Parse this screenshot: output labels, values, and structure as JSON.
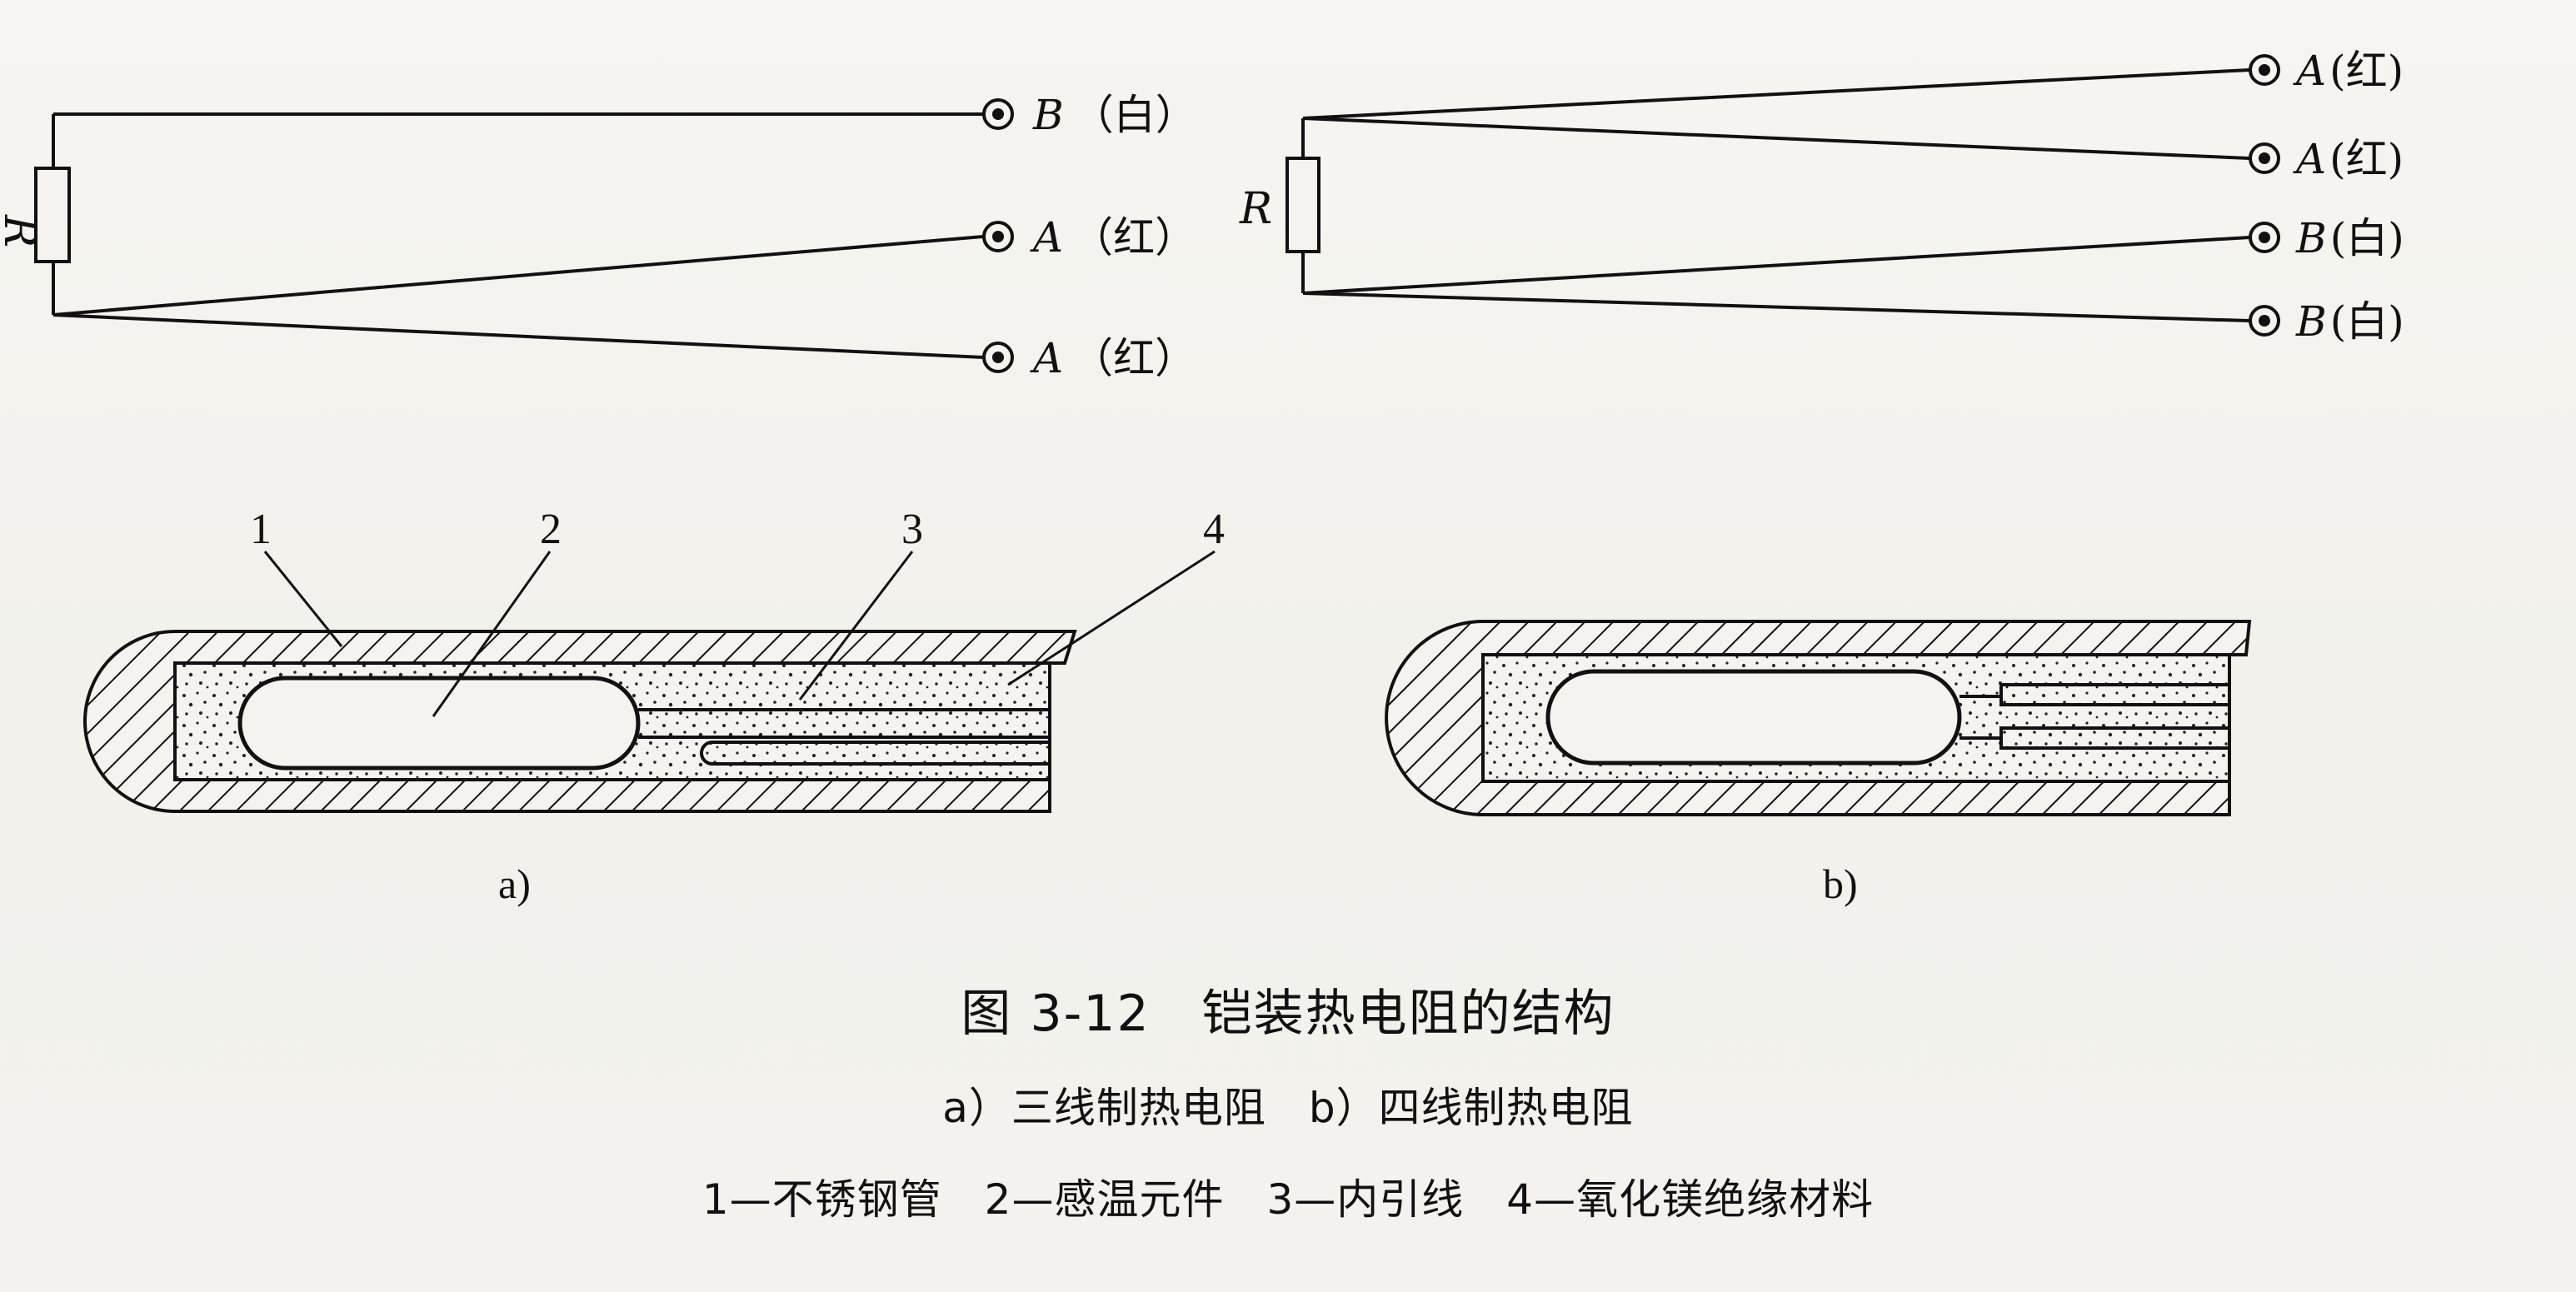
{
  "figure": {
    "title": "图 3-12　铠装热电阻的结构",
    "subtitle": "a）三线制热电阻　b）四线制热电阻",
    "legend_line": "1—不锈钢管　2—感温元件　3—内引线　4—氧化镁绝缘材料"
  },
  "three_wire": {
    "resistor_label": "R",
    "terminals": [
      {
        "letter": "B",
        "color_text": "（白）"
      },
      {
        "letter": "A",
        "color_text": "（红）"
      },
      {
        "letter": "A",
        "color_text": "（红）"
      }
    ]
  },
  "four_wire": {
    "resistor_label": "R",
    "terminals": [
      {
        "letter": "A",
        "color_text": "(红)"
      },
      {
        "letter": "A",
        "color_text": "(红)"
      },
      {
        "letter": "B",
        "color_text": "(白)"
      },
      {
        "letter": "B",
        "color_text": "(白)"
      }
    ]
  },
  "structure": {
    "callouts": [
      "1",
      "2",
      "3",
      "4"
    ],
    "label_a": "a)",
    "label_b": "b)"
  }
}
